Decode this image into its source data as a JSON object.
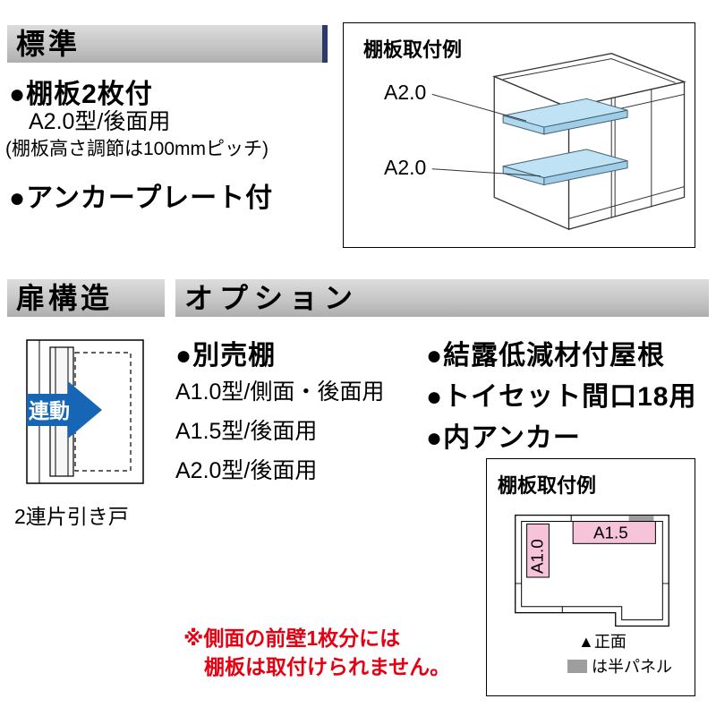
{
  "standard": {
    "header": "標準",
    "items": [
      "●棚板2枚付",
      "A2.0型/後面用",
      "(棚板高さ調節は100mmピッチ)",
      "●アンカープレート付"
    ]
  },
  "shelf_example_top": {
    "title": "棚板取付例",
    "label1": "A2.0",
    "label2": "A2.0"
  },
  "door": {
    "header": "扉構造",
    "arrow": "連動",
    "caption": "2連片引き戸"
  },
  "options": {
    "header": "オプション",
    "left": [
      "●別売棚",
      "A1.0型/側面・後面用",
      "A1.5型/後面用",
      "A2.0型/後面用"
    ],
    "right": [
      "●結露低減材付屋根",
      "●トイセット間口18用",
      "●内アンカー"
    ]
  },
  "shelf_example_bottom": {
    "title": "棚板取付例",
    "label_a10": "A1.0",
    "label_a15": "A1.5",
    "front": "▲正面",
    "legend": "は半パネル"
  },
  "note": {
    "line1": "※側面の前壁1枚分には",
    "line2": "棚板は取付けられません。"
  },
  "colors": {
    "shelf_blue": "#bfe3f5",
    "shelf_pink": "#f6c3d8",
    "arrow_blue": "#1766b5",
    "note_red": "#e60012",
    "half_panel_gray": "#9e9e9e",
    "header_accent_navy": "#2b3a66"
  }
}
